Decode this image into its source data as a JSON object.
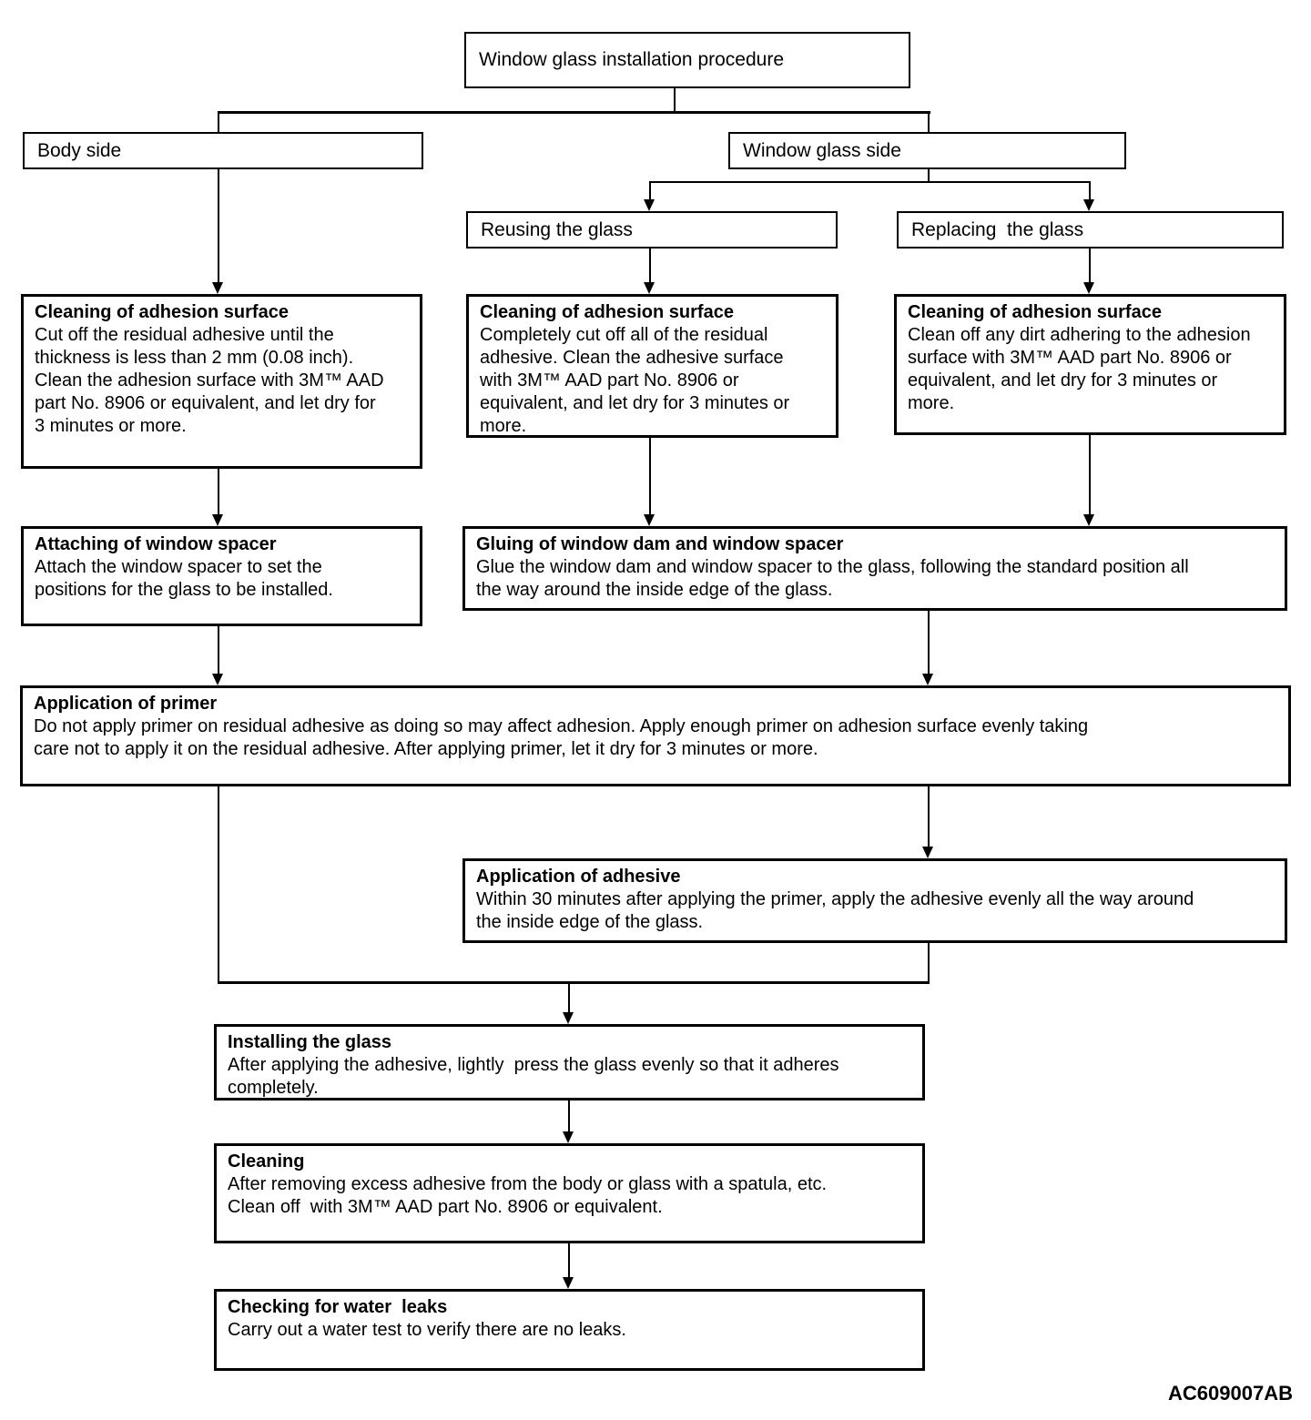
{
  "diagram": {
    "type": "flowchart",
    "colors": {
      "line": "#000000",
      "background": "#ffffff",
      "text": "#000000"
    },
    "figure_code": "AC609007AB",
    "nodes": {
      "root": {
        "label": "Window glass installation procedure"
      },
      "body_side": {
        "label": "Body side"
      },
      "window_glass_side": {
        "label": "Window glass side"
      },
      "reusing": {
        "label": "Reusing the glass"
      },
      "replacing": {
        "label": "Replacing  the glass"
      },
      "clean_body": {
        "title": "Cleaning of adhesion surface",
        "body": "Cut off the residual adhesive until the\nthickness is less than 2 mm (0.08 inch).\nClean the adhesion surface with 3M™ AAD\npart No. 8906 or equivalent, and let dry for\n3 minutes or more."
      },
      "clean_reuse": {
        "title": "Cleaning of adhesion surface",
        "body": "Completely cut off all of the residual\nadhesive. Clean the adhesive surface\nwith 3M™ AAD part No. 8906 or\nequivalent, and let dry for 3 minutes or\nmore."
      },
      "clean_replace": {
        "title": "Cleaning of adhesion surface",
        "body": "Clean off any dirt adhering to the adhesion\nsurface with 3M™ AAD part No. 8906 or\nequivalent, and let dry for 3 minutes or\nmore."
      },
      "attaching": {
        "title": "Attaching of window spacer",
        "body": "Attach the window spacer to set the\npositions for the glass to be installed."
      },
      "gluing": {
        "title": "Gluing of window dam and window spacer",
        "body": "Glue the window dam and window spacer to the glass, following the standard position all\nthe way around the inside edge of the glass."
      },
      "primer": {
        "title": "Application of primer",
        "body": "Do not apply primer on residual adhesive as doing so may affect adhesion. Apply enough primer on adhesion surface evenly taking\ncare not to apply it on the residual adhesive. After applying primer, let it dry for 3 minutes or more."
      },
      "adhesive": {
        "title": "Application of adhesive",
        "body": "Within 30 minutes after applying the primer, apply the adhesive evenly all the way around\nthe inside edge of the glass."
      },
      "installing": {
        "title": "Installing the glass",
        "body": "After applying the adhesive, lightly  press the glass evenly so that it adheres\ncompletely."
      },
      "cleaning": {
        "title": "Cleaning",
        "body": "After removing excess adhesive from the body or glass with a spatula, etc.\nClean off  with 3M™ AAD part No. 8906 or equivalent."
      },
      "checking": {
        "title": "Checking for water  leaks",
        "body": "Carry out a water test to verify there are no leaks."
      }
    }
  }
}
